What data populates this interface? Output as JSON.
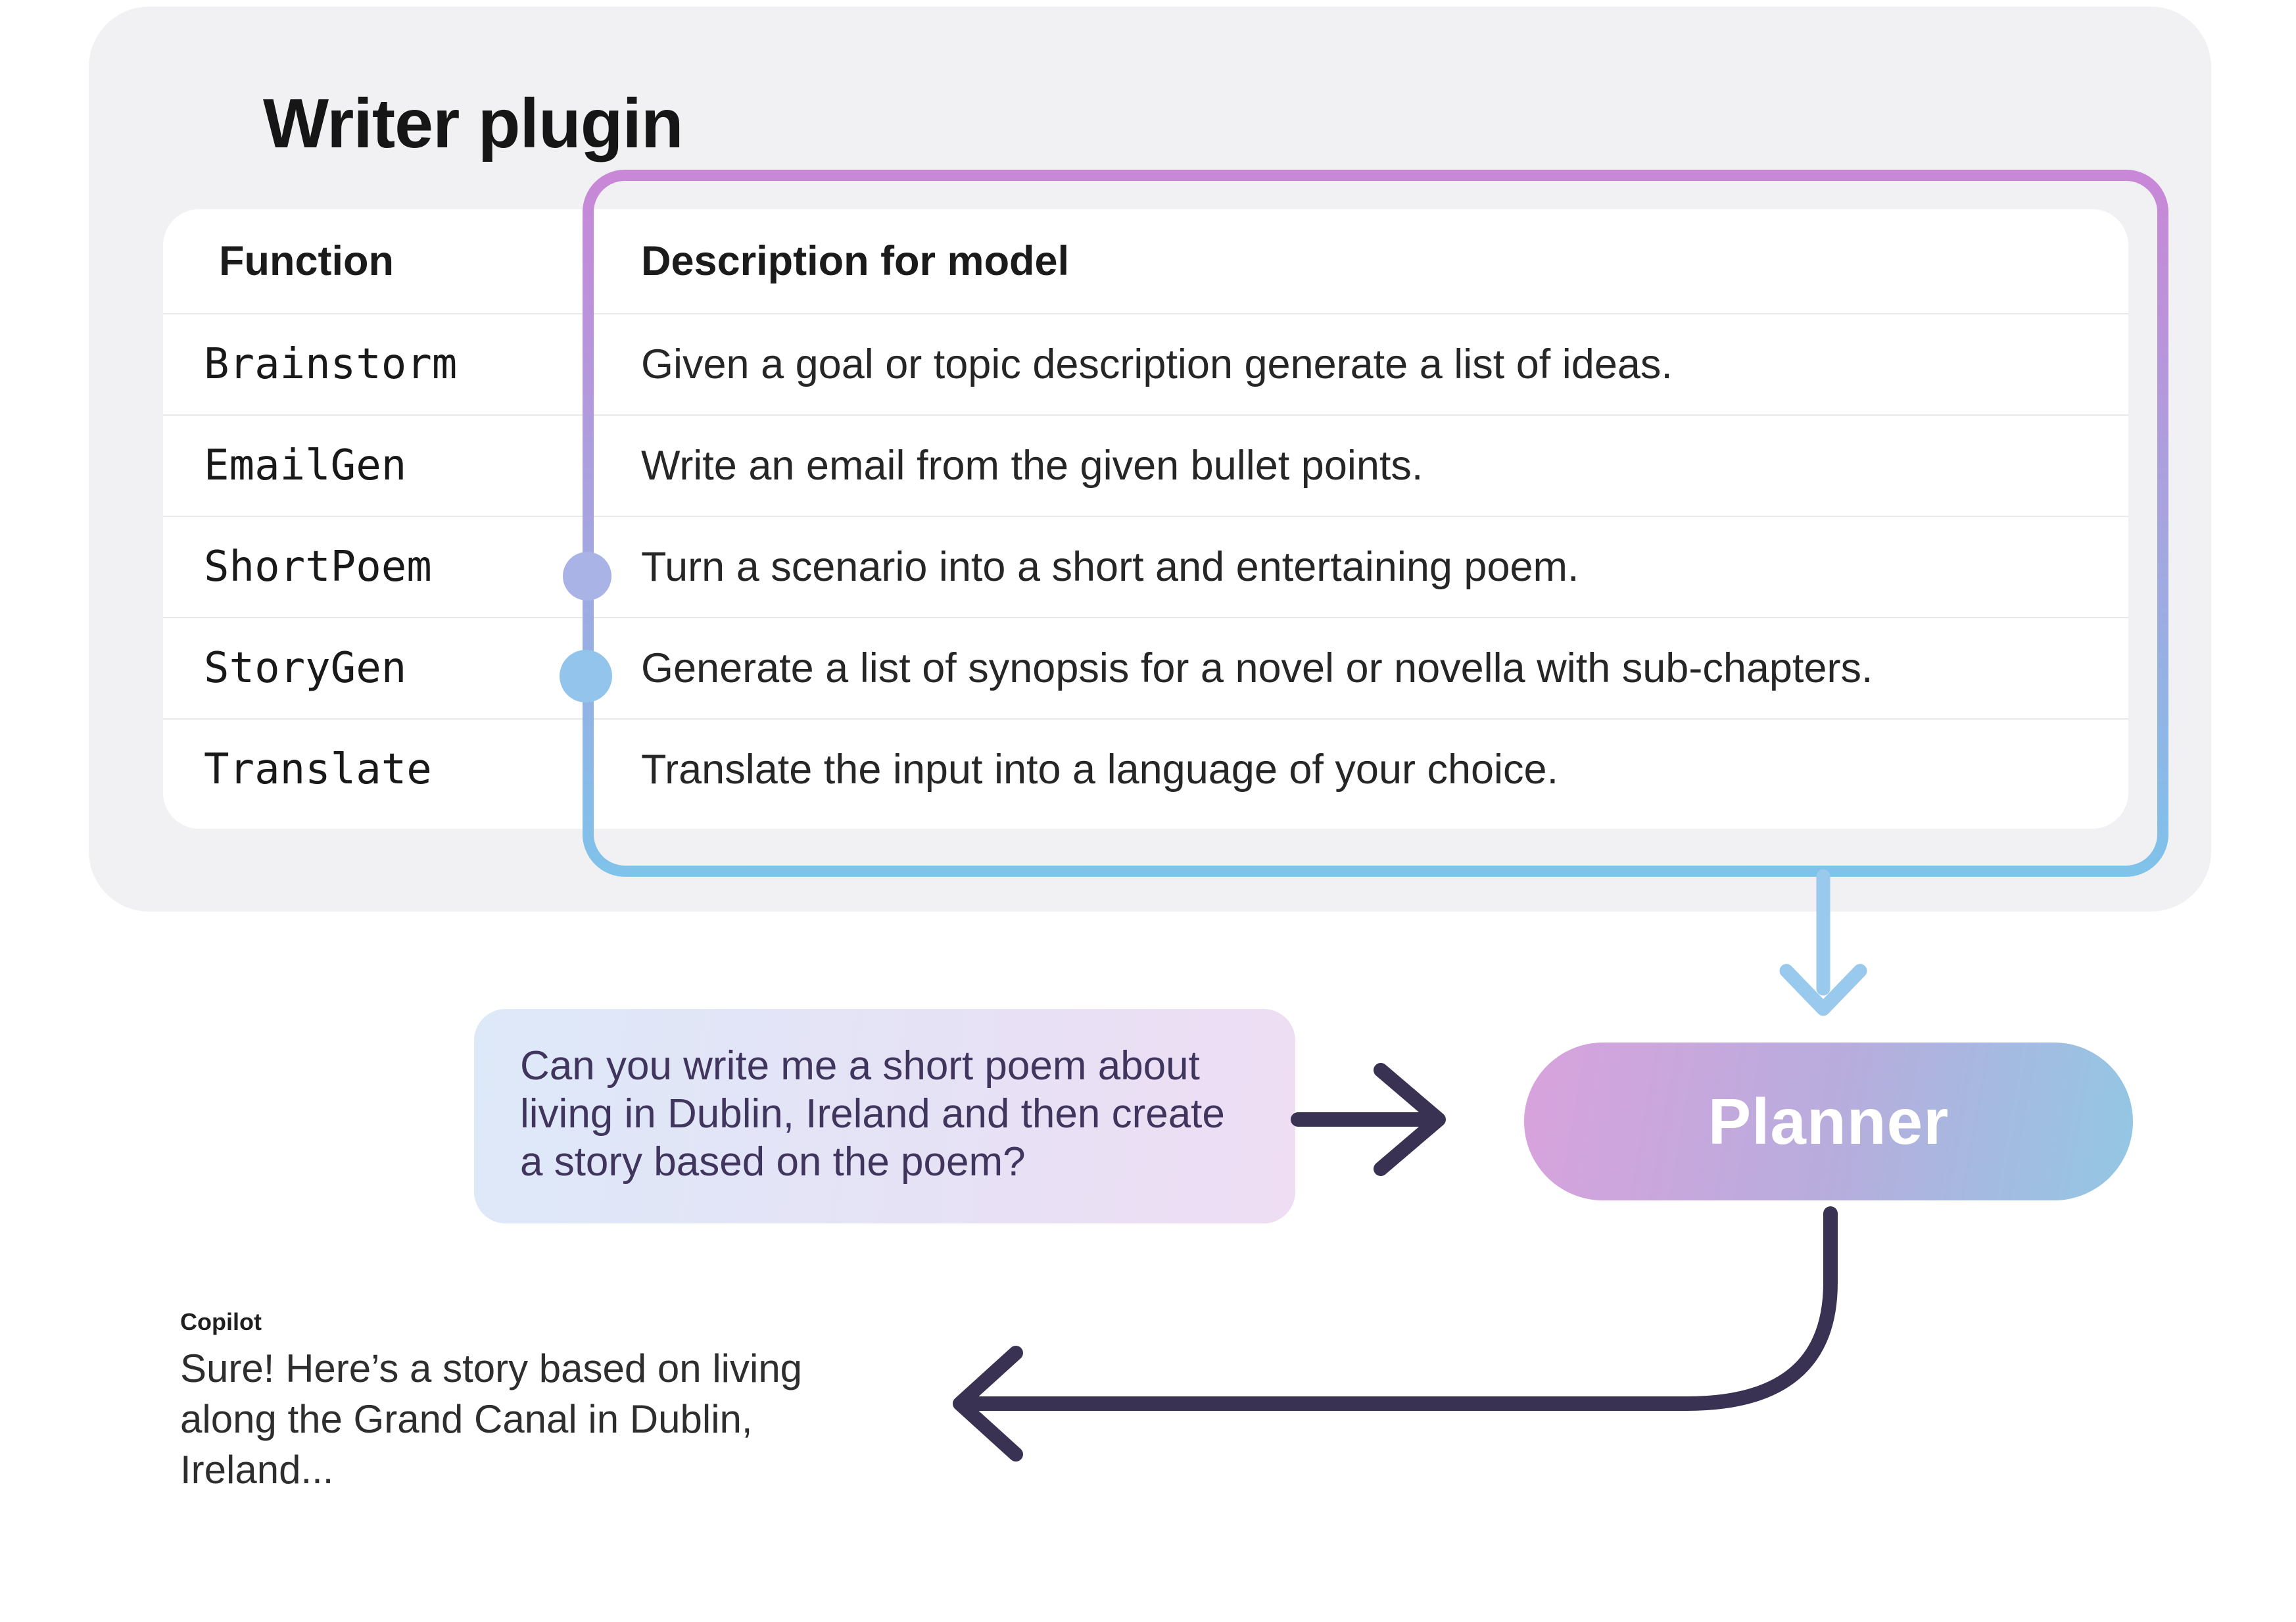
{
  "plugin": {
    "title": "Writer plugin",
    "table": {
      "headers": {
        "function": "Function",
        "description": "Description for model"
      },
      "rows": [
        {
          "function": "Brainstorm",
          "description": "Given a goal or topic description generate a list of ideas.",
          "connector_dot": false
        },
        {
          "function": "EmailGen",
          "description": "Write an email from the given bullet points.",
          "connector_dot": false
        },
        {
          "function": "ShortPoem",
          "description": "Turn a scenario into a short and entertaining poem.",
          "connector_dot": true
        },
        {
          "function": "StoryGen",
          "description": "Generate a list of synopsis for a novel or novella with sub-chapters.",
          "connector_dot": true
        },
        {
          "function": "Translate",
          "description": "Translate the input into a language of your choice.",
          "connector_dot": false
        }
      ]
    }
  },
  "flow": {
    "planner_label": "Planner",
    "user_message": "Can you write me a short poem about living in Dublin, Ireland and then create a story based on the poem?",
    "copilot_sender": "Copilot",
    "copilot_message": "Sure! Here’s a story based on living along the Grand Canal in Dublin, Ireland..."
  },
  "icons": {
    "down_arrow": "blue-down-arrow",
    "right_arrow": "dark-right-arrow",
    "return_arrow": "dark-curved-left-arrow",
    "shortpoem_dot": "connector-dot",
    "storygen_dot": "connector-dot"
  },
  "colors": {
    "card_bg": "#f1f0f2",
    "highlight_border_top": "#c887d7",
    "highlight_border_bottom": "#7fc2ea",
    "shortpoem_dot": "#a9b3e5",
    "storygen_dot": "#93c4ec",
    "blue_arrow": "#99c9ed",
    "dark_arrow": "#3a3253",
    "planner_gradient_start": "#d9a2dd",
    "planner_gradient_end": "#93c7e4",
    "user_bubble_start": "#dde9f8",
    "user_bubble_end": "#eeddf3",
    "user_text": "#40355c",
    "shadow": "#070609"
  }
}
